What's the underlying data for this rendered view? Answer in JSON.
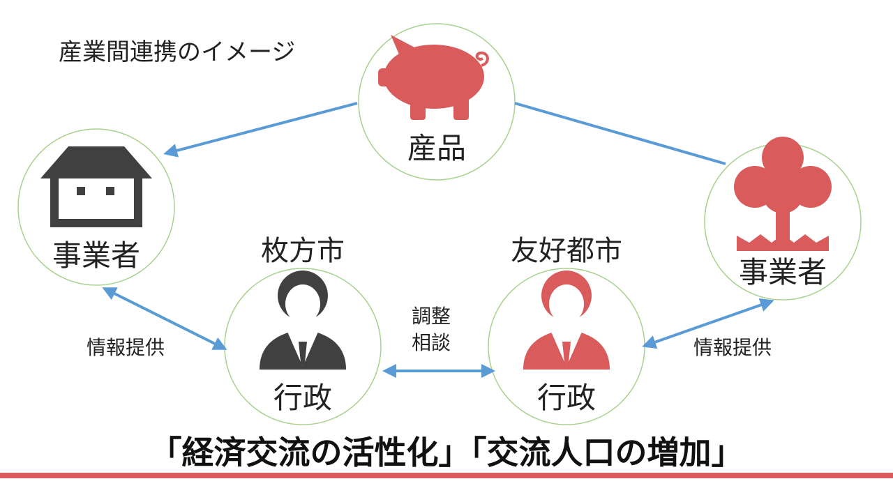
{
  "title": "産業間連携のイメージ",
  "nodes": {
    "product": {
      "label": "産品",
      "icon": "pig-icon"
    },
    "business_left": {
      "label": "事業者",
      "icon": "house-icon"
    },
    "business_right": {
      "label": "事業者",
      "icon": "tree-icon"
    },
    "admin_hirakata": {
      "city": "枚方市",
      "label": "行政",
      "icon": "businessman-icon"
    },
    "admin_friend": {
      "city": "友好都市",
      "label": "行政",
      "icon": "businessman-icon"
    }
  },
  "edges": {
    "info_left": "情報提供",
    "info_right": "情報提供",
    "coordination": [
      "調整",
      "相談"
    ]
  },
  "slogan": "「経済交流の活性化」「交流人口の増加」",
  "colors": {
    "accent_red": "#d95b5b",
    "icon_gray": "#404040",
    "arrow_blue": "#5b9bd5",
    "circle_green": "#a9d18e"
  }
}
